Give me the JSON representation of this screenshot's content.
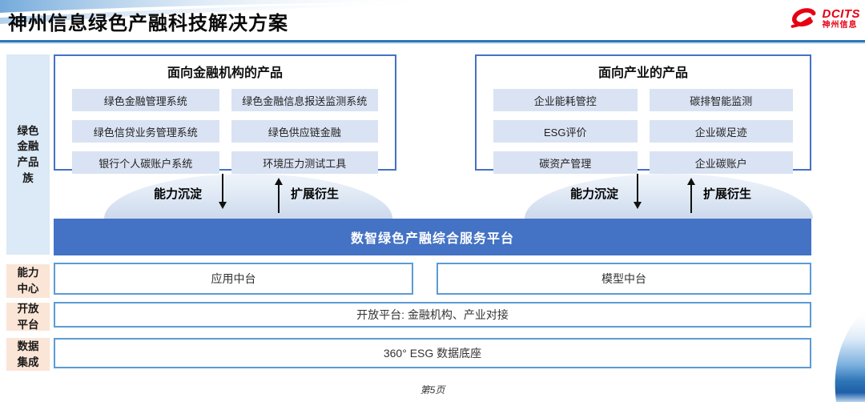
{
  "slide": {
    "title": "神州信息绿色产融科技解决方案",
    "page_number": "第5页"
  },
  "logo": {
    "brand": "DCITS",
    "brand_cn": "神州信息"
  },
  "sidebar": {
    "product_family": "绿色\n金融\n产品\n族",
    "capability_center": "能力\n中心",
    "open_platform": "开放\n平台",
    "data_integration": "数据\n集成"
  },
  "finance_products": {
    "title": "面向金融机构的产品",
    "items": [
      "绿色金融管理系统",
      "绿色金融信息报送监测系统",
      "绿色信贷业务管理系统",
      "绿色供应链金融",
      "银行个人碳账户系统",
      "环境压力测试工具"
    ]
  },
  "industry_products": {
    "title": "面向产业的产品",
    "items": [
      "企业能耗管控",
      "碳排智能监测",
      "ESG评价",
      "企业碳足迹",
      "碳资产管理",
      "企业碳账户"
    ]
  },
  "flow": {
    "down_label": "能力沉淀",
    "up_label": "扩展衍生"
  },
  "platform_bar": {
    "label": "数智绿色产融综合服务平台"
  },
  "middle_platforms": {
    "left": "应用中台",
    "right": "模型中台"
  },
  "open_platform_row": {
    "label": "开放平台: 金融机构、产业对接"
  },
  "data_row": {
    "label": "360° ESG 数据底座"
  },
  "colors": {
    "accent_blue": "#4472c4",
    "light_blue_border": "#5b9bd5",
    "item_fill": "#dae3f3",
    "sidebar_blue": "#dce9f6",
    "sidebar_peach": "#fbe5d6",
    "brand_red": "#e60012",
    "title_rule_blue": "#2e75b6"
  }
}
